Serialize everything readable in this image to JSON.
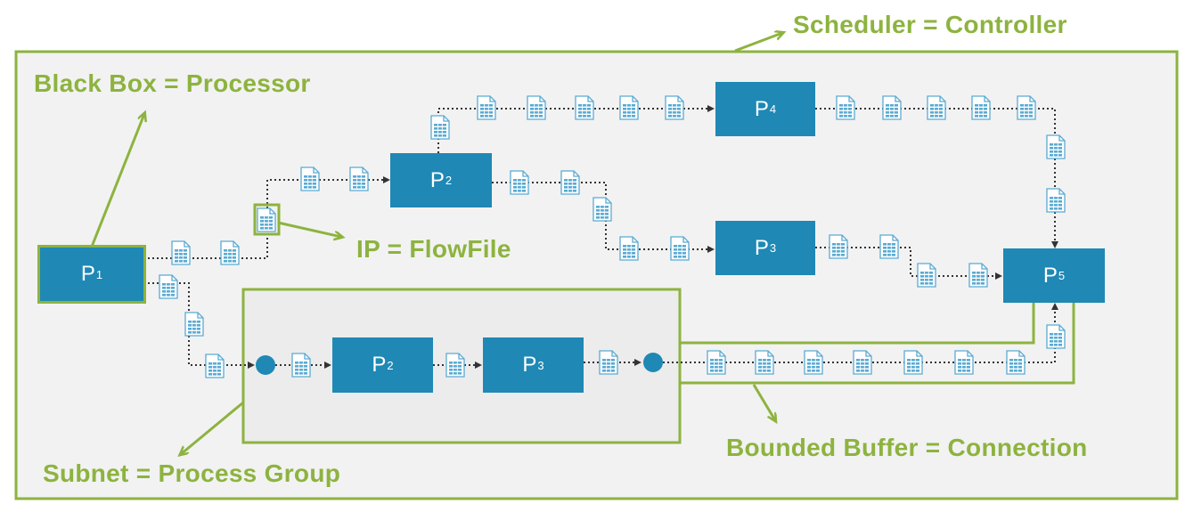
{
  "colors": {
    "accent_green": "#8db33f",
    "processor_blue": "#1f88b5",
    "page_bg": "#ffffff",
    "outer_bg": "#f2f2f2",
    "group_bg": "#ececec",
    "connector": "#333333",
    "flowfile_icon": "#5aaad2"
  },
  "callouts": {
    "scheduler": "Scheduler = Controller",
    "black_box": "Black Box = Processor",
    "ip": "IP = FlowFile",
    "subnet": "Subnet = Process Group",
    "buffer": "Bounded Buffer = Connection"
  },
  "processors": {
    "p1": {
      "letter": "P",
      "sub": "1"
    },
    "p2_top": {
      "letter": "P",
      "sub": "2"
    },
    "p3_top": {
      "letter": "P",
      "sub": "3"
    },
    "p4": {
      "letter": "P",
      "sub": "4"
    },
    "p5": {
      "letter": "P",
      "sub": "5"
    },
    "p2_group": {
      "letter": "P",
      "sub": "2"
    },
    "p3_group": {
      "letter": "P",
      "sub": "3"
    }
  },
  "icons": {
    "flowfile": "document-icon",
    "port": "port-circle-icon",
    "arrow": "arrow-head-icon"
  }
}
